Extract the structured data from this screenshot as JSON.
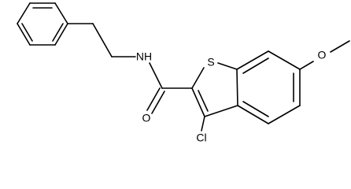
{
  "molecule": {
    "atoms": {
      "sulfur": "S",
      "amide_nitrogen": "NH",
      "carbonyl_oxygen": "O",
      "chlorine": "Cl",
      "methoxy_oxygen": "O"
    }
  },
  "colors": {
    "bond": "#000000",
    "label": "#000000",
    "background": "#ffffff"
  }
}
